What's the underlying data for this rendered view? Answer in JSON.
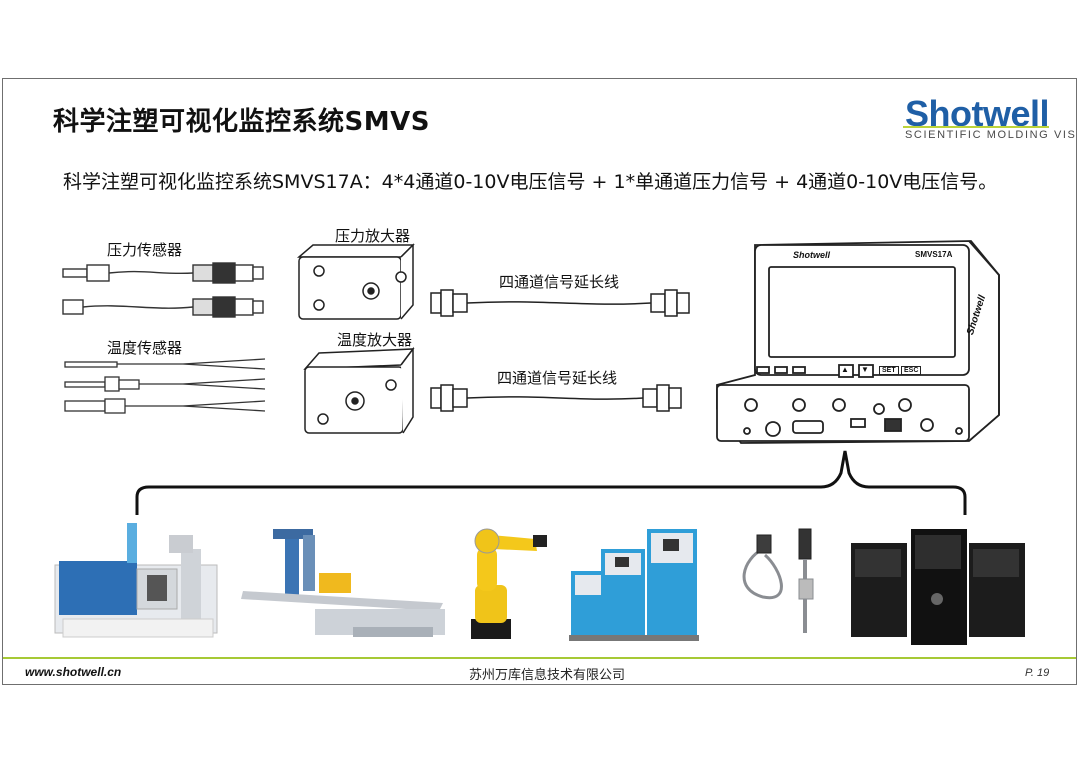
{
  "slide": {
    "title": "科学注塑可视化监控系统SMVS",
    "subtitle": "科学注塑可视化监控系统SMVS17A：4*4通道0-10V电压信号 + 1*单通道压力信号 + 4通道0-10V电压信号。"
  },
  "logo": {
    "wordmark": "Shotwell",
    "tagline": "SCIENTIFIC MOLDING VISUAL",
    "brand_color": "#1f5fa6",
    "accent_color": "#bcd43a"
  },
  "labels": {
    "pressure_sensor": "压力传感器",
    "temperature_sensor": "温度传感器",
    "pressure_amplifier": "压力放大器",
    "temperature_amplifier": "温度放大器",
    "extension_cable_1": "四通道信号延长线",
    "extension_cable_2": "四通道信号延长线"
  },
  "device": {
    "brand_badge": "Shotwell",
    "model_badge": "SMVS17A",
    "side_brand": "Shotwell",
    "buttons": [
      "▲",
      "▼",
      "SET",
      "ESC"
    ]
  },
  "equipment": [
    "injection-molding-machine",
    "robot-manipulator",
    "industrial-robot-arm",
    "mold-temperature-controllers",
    "sensors",
    "servers"
  ],
  "footer": {
    "url": "www.shotwell.cn",
    "company": "苏州万库信息技术有限公司",
    "page": "P. 19"
  }
}
